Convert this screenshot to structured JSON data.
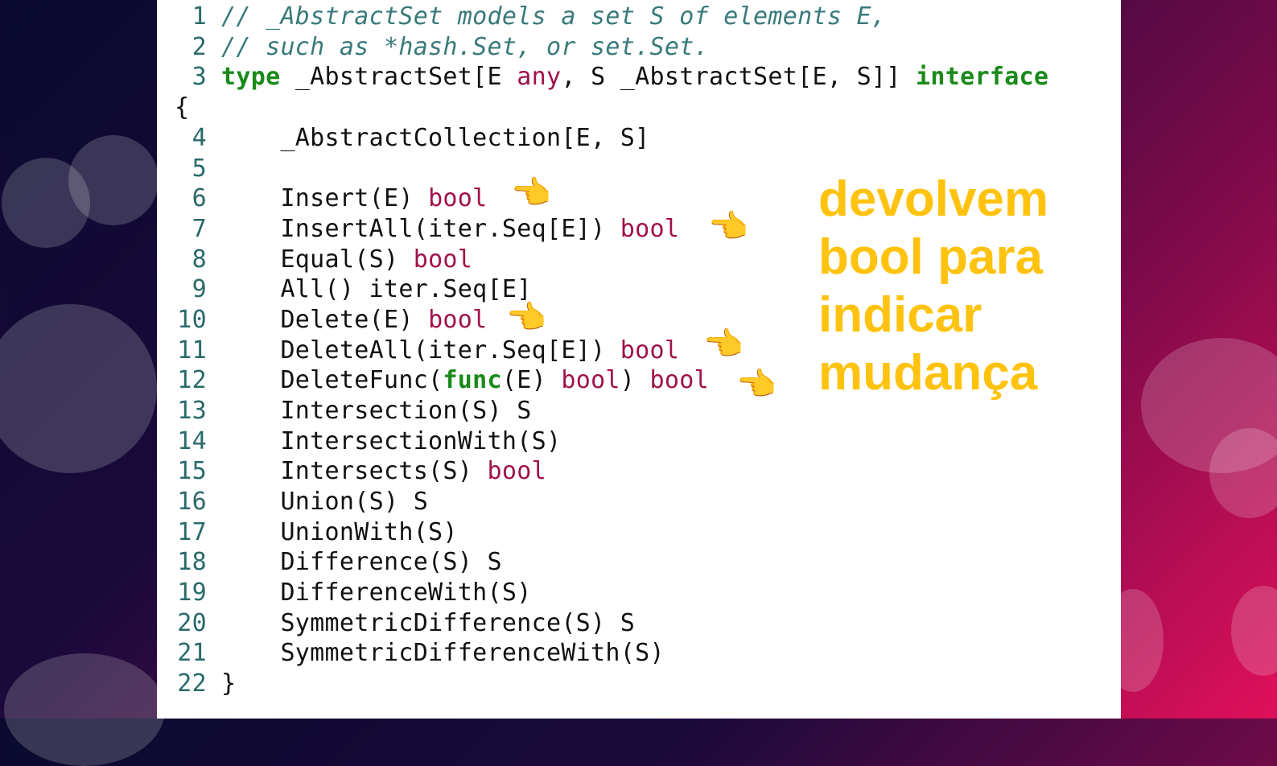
{
  "code": {
    "lines": [
      {
        "n": "1",
        "comment": "// _AbstractSet models a set S of elements E,"
      },
      {
        "n": "2",
        "comment": "// such as *hash.Set, or set.Set."
      },
      {
        "n": "3",
        "kw1": "type",
        "t1": " _AbstractSet[E ",
        "ty1": "any",
        "t2": ", S _AbstractSet[E, S]] ",
        "kw2": "interface"
      },
      {
        "n": "",
        "text": "{"
      },
      {
        "n": "4",
        "text": "    _AbstractCollection[E, S]"
      },
      {
        "n": "5",
        "text": ""
      },
      {
        "n": "6",
        "text": "    Insert(E) ",
        "ty": "bool"
      },
      {
        "n": "7",
        "text": "    InsertAll(iter.Seq[E]) ",
        "ty": "bool"
      },
      {
        "n": "8",
        "text": "    Equal(S) ",
        "ty": "bool"
      },
      {
        "n": "9",
        "text": "    All() iter.Seq[E]"
      },
      {
        "n": "10",
        "text": "    Delete(E) ",
        "ty": "bool"
      },
      {
        "n": "11",
        "text": "    DeleteAll(iter.Seq[E]) ",
        "ty": "bool"
      },
      {
        "n": "12",
        "t1": "    DeleteFunc(",
        "kw": "func",
        "t2": "(E) ",
        "ty1": "bool",
        "t3": ") ",
        "ty2": "bool"
      },
      {
        "n": "13",
        "text": "    Intersection(S) S"
      },
      {
        "n": "14",
        "text": "    IntersectionWith(S)"
      },
      {
        "n": "15",
        "text": "    Intersects(S) ",
        "ty": "bool"
      },
      {
        "n": "16",
        "text": "    Union(S) S"
      },
      {
        "n": "17",
        "text": "    UnionWith(S)"
      },
      {
        "n": "18",
        "text": "    Difference(S) S"
      },
      {
        "n": "19",
        "text": "    DifferenceWith(S)"
      },
      {
        "n": "20",
        "text": "    SymmetricDifference(S) S"
      },
      {
        "n": "21",
        "text": "    SymmetricDifferenceWith(S)"
      },
      {
        "n": "22",
        "text": "}"
      }
    ]
  },
  "pointer_glyph": "👈",
  "callout": {
    "line1": "devolvem",
    "line2": "bool para",
    "line3": "indicar",
    "line4": "mudança"
  },
  "colors": {
    "keyword": "#1a8a1a",
    "type": "#a0124a",
    "comment": "#3a7a7a",
    "line_number": "#2a6a6a",
    "callout": "#ffc20e"
  }
}
